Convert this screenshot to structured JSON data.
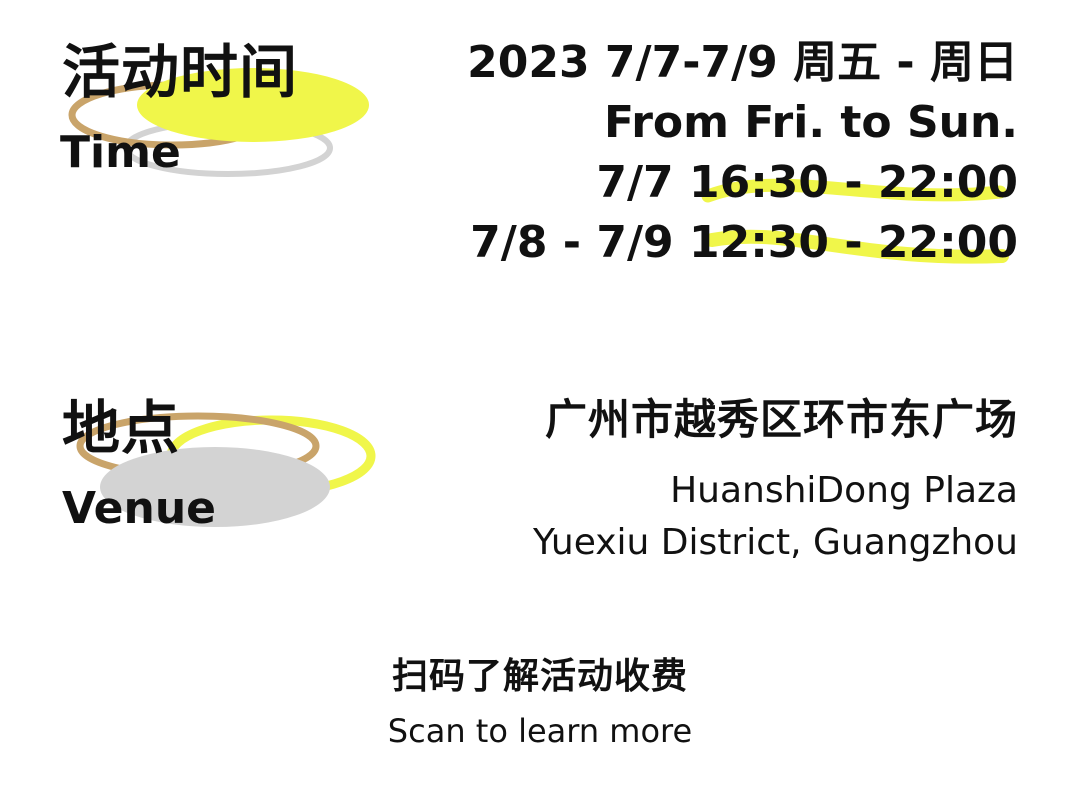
{
  "time_section": {
    "heading_cn": "活动时间",
    "heading_en": "Time",
    "line1": "2023 7/7-7/9 周五 - 周日",
    "line2": "From Fri. to Sun.",
    "line3": "7/7 16:30 - 22:00",
    "line4": "7/8 - 7/9 12:30 - 22:00"
  },
  "venue_section": {
    "heading_cn": "地点",
    "heading_en": "Venue",
    "name_cn": "广州市越秀区环市东广场",
    "name_en_line1": "HuanshiDong Plaza",
    "name_en_line2": "Yuexiu District, Guangzhou"
  },
  "scan_section": {
    "text_cn": "扫码了解活动收费",
    "text_en": "Scan to learn more"
  },
  "colors": {
    "highlight_yellow": "#F0F64A",
    "ring_tan": "#C9A46A",
    "ring_gray": "#D3D3D3",
    "text": "#111111"
  }
}
